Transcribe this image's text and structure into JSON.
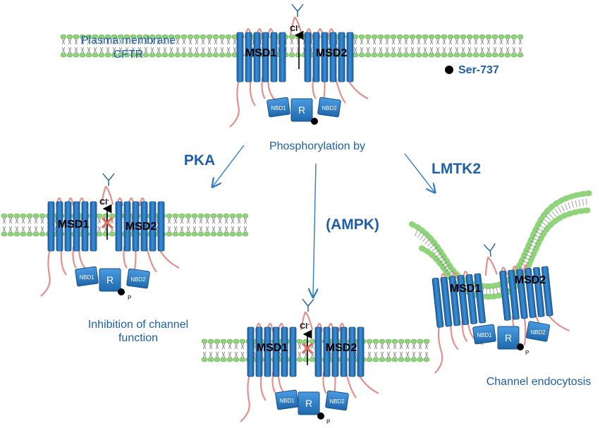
{
  "top_panel": {
    "membrane_label_line1": "Plasma membrane",
    "membrane_label_line2": "CFTR",
    "msd1": "MSD1",
    "msd2": "MSD2",
    "ion": "Cl",
    "ion_charge": "-",
    "nbd1": "NBD1",
    "nbd2": "NBD2",
    "r_domain": "R"
  },
  "legend": {
    "ser_label": "Ser-737"
  },
  "center_caption": "Phosphorylation by",
  "kinases": {
    "pka": "PKA",
    "ampk": "(AMPK)",
    "lmtk2": "LMTK2"
  },
  "panels": {
    "left": {
      "msd1": "MSD1",
      "msd2": "MSD2",
      "ion": "Cl",
      "ion_charge": "-",
      "nbd1": "NBD1",
      "nbd2": "NBD2",
      "r_domain": "R",
      "phospho": "P",
      "caption_line1": "Inhibition of channel",
      "caption_line2": "function"
    },
    "middle": {
      "msd1": "MSD1",
      "msd2": "MSD2",
      "ion": "Cl",
      "ion_charge": "-",
      "nbd1": "NBD1",
      "nbd2": "NBD2",
      "r_domain": "R",
      "phospho": "P"
    },
    "right": {
      "msd1": "MSD1",
      "msd2": "MSD2",
      "nbd1": "NBD1",
      "nbd2": "NBD2",
      "r_domain": "R",
      "phospho": "P",
      "caption": "Channel endocytosis"
    }
  },
  "colors": {
    "text_blue": "#1f5fa8",
    "arrow_blue": "#2e7bc4",
    "helix_blue": "#2a77c4",
    "loop_pink": "#e58f8f",
    "lipid_green": "#8fd47a",
    "block_red": "#e06a5c"
  }
}
